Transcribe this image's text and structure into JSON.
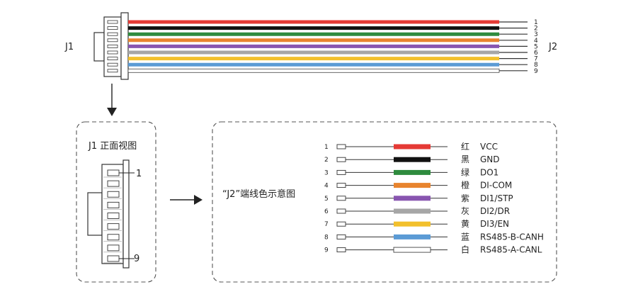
{
  "connector_left_label": "J1",
  "connector_right_label": "J2",
  "front_view_title": "J1 正面视图",
  "front_view_pin_first": "1",
  "front_view_pin_last": "9",
  "j2_diagram_title": "“J2”端线色示意图",
  "colors": {
    "red": "#e53a35",
    "black": "#111111",
    "green": "#2e8b3e",
    "orange": "#e8842e",
    "purple": "#8855b0",
    "gray": "#a6a6a6",
    "yellow": "#f2c02c",
    "blue": "#5b9bd5",
    "white": "#ffffff"
  },
  "wires": [
    {
      "pin": "1",
      "color_name": "红",
      "signal": "VCC",
      "color": "#e53a35"
    },
    {
      "pin": "2",
      "color_name": "黑",
      "signal": "GND",
      "color": "#111111"
    },
    {
      "pin": "3",
      "color_name": "绿",
      "signal": "DO1",
      "color": "#2e8b3e"
    },
    {
      "pin": "4",
      "color_name": "橙",
      "signal": "DI-COM",
      "color": "#e8842e"
    },
    {
      "pin": "5",
      "color_name": "紫",
      "signal": "DI1/STP",
      "color": "#8855b0"
    },
    {
      "pin": "6",
      "color_name": "灰",
      "signal": "DI2/DR",
      "color": "#a6a6a6"
    },
    {
      "pin": "7",
      "color_name": "黄",
      "signal": "DI3/EN",
      "color": "#f2c02c"
    },
    {
      "pin": "8",
      "color_name": "蓝",
      "signal": "RS485-B-CANH",
      "color": "#5b9bd5"
    },
    {
      "pin": "9",
      "color_name": "白",
      "signal": "RS485-A-CANL",
      "color": "#ffffff"
    }
  ]
}
